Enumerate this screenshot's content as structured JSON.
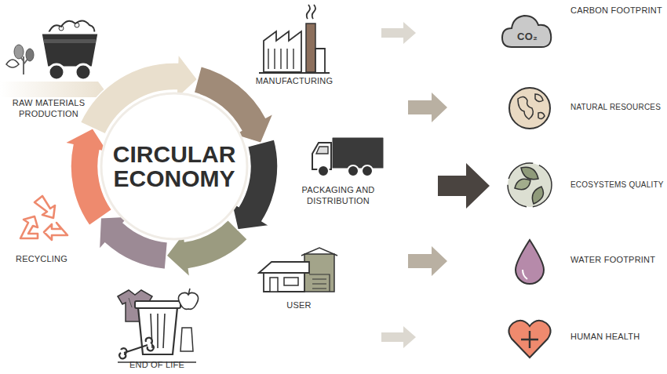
{
  "diagram": {
    "nodes": [
      {
        "text": [
          "CIRCULAR ECONOMY"
        ]
      }
    ],
    "labels": [
      "RAW MATERIALS PRODUCTION",
      "MANUFACTURING",
      "PACKAGING AND DISTRIBUTION",
      "USER",
      "END OF LIFE",
      "RECYCLING",
      "CO₂",
      "CARBON FOOTPRINT",
      "NATURAL RESOURCES",
      "ECOSYSTEMS QUALITY",
      "WATER FOOTPRINT",
      "HUMAN HEALTH"
    ]
  }
}
